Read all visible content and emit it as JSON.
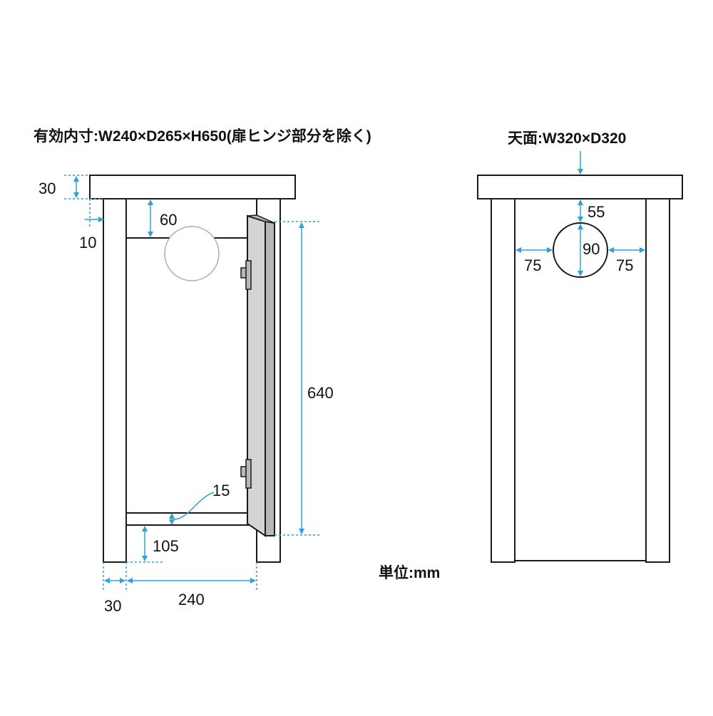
{
  "titles": {
    "inner_dimensions": "有効内寸:W240×D265×H650(扉ヒンジ部分を除く)",
    "top_surface": "天面:W320×D320",
    "unit": "単位:mm"
  },
  "front_view": {
    "top_thickness": "30",
    "top_overhang": "10",
    "top_to_shelf": "60",
    "door_height": "640",
    "shelf_thickness": "15",
    "bottom_to_shelf": "105",
    "side_thickness": "30",
    "inner_width": "240"
  },
  "top_view": {
    "hole_top_offset": "55",
    "hole_diameter": "90",
    "hole_left_offset": "75",
    "hole_right_offset": "75"
  },
  "colors": {
    "outline": "#1a1a1a",
    "dimension": "#29a3e0",
    "door_fill": "#d4d4d4",
    "door_edge": "#b8b8b8",
    "hole_outline": "#aaaaaa",
    "panel_fill": "#ffffff"
  }
}
